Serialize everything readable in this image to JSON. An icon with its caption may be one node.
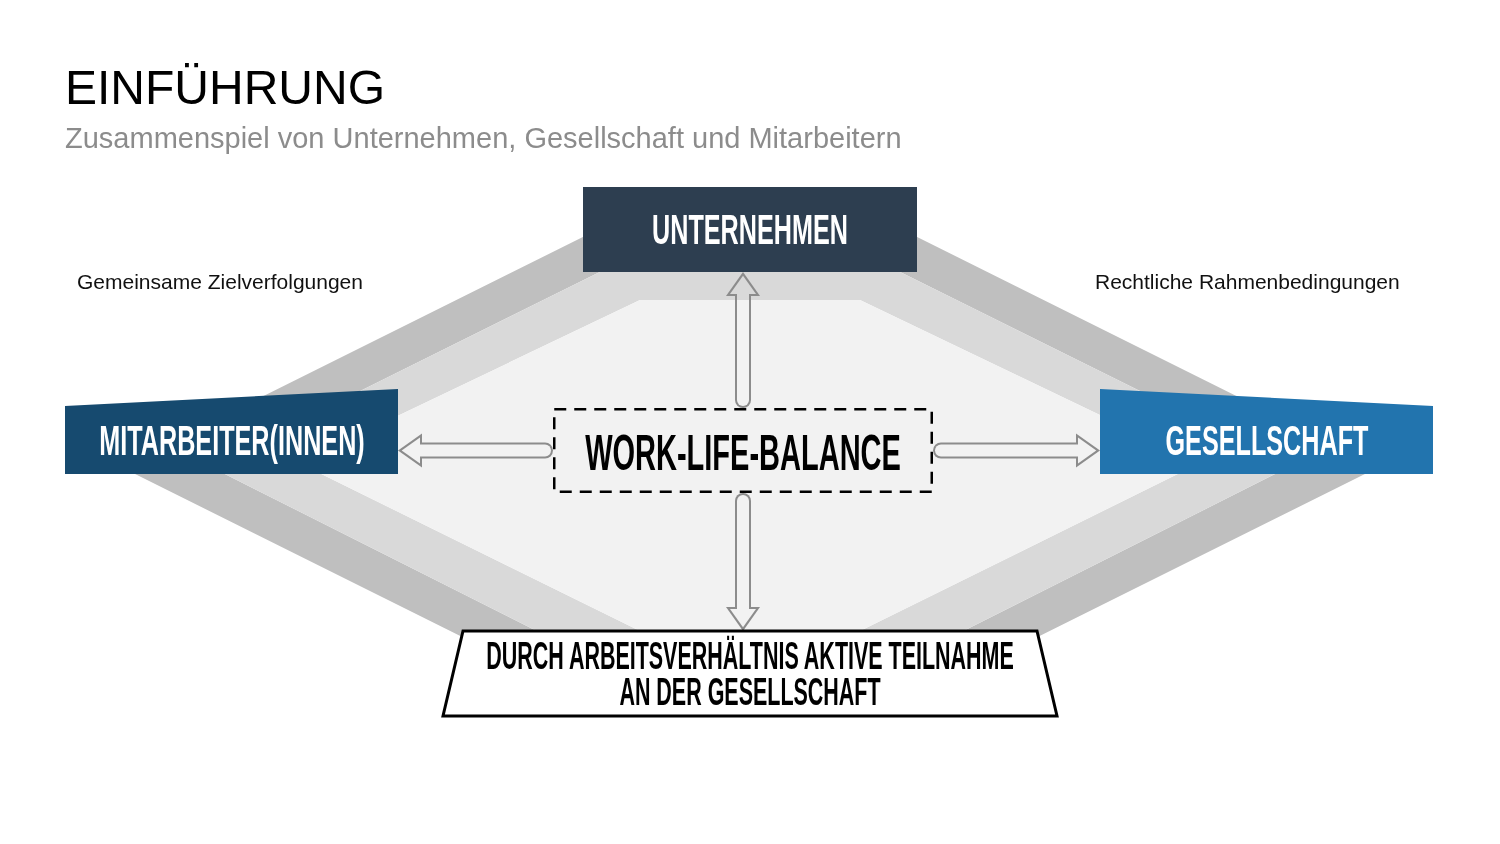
{
  "diagram": {
    "title": "EINFÜHRUNG",
    "nodes": [
      {
        "text": [
          "UNTERNEHMEN"
        ]
      },
      {
        "text": [
          "MITARBEITER(INNEN)"
        ]
      },
      {
        "text": [
          "WORK-LIFE-BALANCE"
        ]
      },
      {
        "text": [
          "GESELLSCHAFT"
        ]
      },
      {
        "text": [
          "DURCH ARBEITSVERHÄLTNIS AKTIVE TEILNAHME AN DER GESELLSCHAFT"
        ]
      }
    ],
    "edges": [
      {
        "from": 2,
        "to": 0,
        "arrow": "to"
      },
      {
        "from": 2,
        "to": 1,
        "arrow": "to"
      },
      {
        "from": 2,
        "to": 3,
        "arrow": "to"
      },
      {
        "from": 2,
        "to": 4,
        "arrow": "to"
      }
    ],
    "labels": [
      "Zusammenspiel von Unternehmen, Gesellschaft und Mitarbeitern",
      "Gemeinsame Zielverfolgungen",
      "Rechtliche Rahmenbedingungen"
    ]
  }
}
